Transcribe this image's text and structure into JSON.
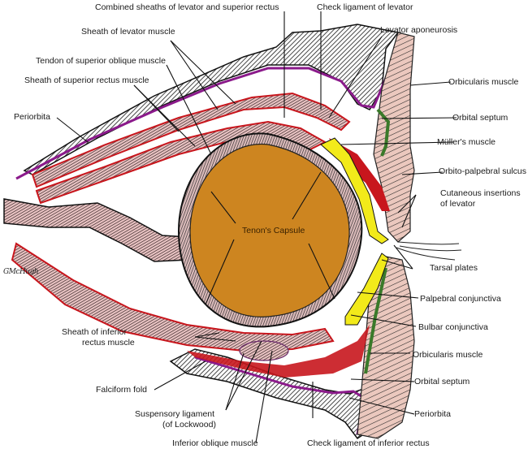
{
  "figure": {
    "center_label": "Tenon's Capsule",
    "signature": "GMcHugh",
    "colors": {
      "globe": "#CD8520",
      "muscle_red": "#C8161D",
      "periorbita_purple": "#8B1A8B",
      "septum_green": "#3A7A2A",
      "conjunctiva_yellow": "#F2EA1A",
      "skin_pink": "#EBC8BE",
      "hatching": "#1a1a1a"
    },
    "labels": {
      "combined_sheaths": "Combined sheaths of levator and superior rectus",
      "check_ligament_levator": "Check ligament of levator",
      "levator_aponeurosis": "Levator aponeurosis",
      "sheath_levator": "Sheath of levator muscle",
      "tendon_superior_oblique": "Tendon of superior oblique muscle",
      "sheath_superior_rectus": "Sheath of superior rectus muscle",
      "periorbita_top": "Periorbita",
      "orbicularis_top": "Orbicularis muscle",
      "orbital_septum_top": "Orbital septum",
      "muller": "Müller's muscle",
      "orbito_palpebral": "Orbito-palpebral sulcus",
      "cutaneous_1": "Cutaneous insertions",
      "cutaneous_2": "of levator",
      "tarsal_plates": "Tarsal plates",
      "palpebral_conj": "Palpebral conjunctiva",
      "bulbar_conj": "Bulbar conjunctiva",
      "orbicularis_bottom": "Orbicularis muscle",
      "orbital_septum_bottom": "Orbital septum",
      "periorbita_bottom": "Periorbita",
      "sheath_inferior_1": "Sheath of inferior",
      "sheath_inferior_2": "rectus muscle",
      "falciform": "Falciform fold",
      "suspensory_1": "Suspensory ligament",
      "suspensory_2": "(of Lockwood)",
      "inferior_oblique": "Inferior oblique muscle",
      "check_ligament_inferior": "Check ligament of inferior rectus"
    }
  }
}
